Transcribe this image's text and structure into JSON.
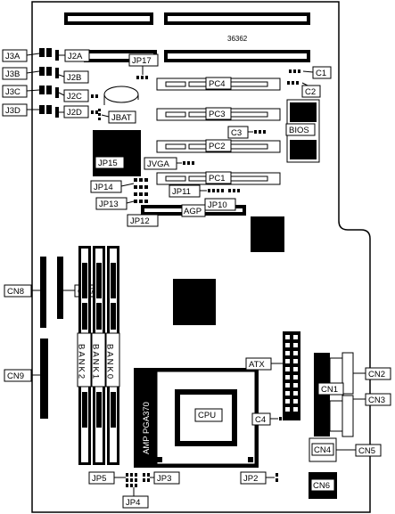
{
  "board_code": "36362",
  "labels": {
    "j3a": "J3A",
    "j3b": "J3B",
    "j3c": "J3C",
    "j3d": "J3D",
    "j2a": "J2A",
    "j2b": "J2B",
    "j2c": "J2C",
    "j2d": "J2D",
    "jp17": "JP17",
    "jbat": "JBAT",
    "c1": "C1",
    "c2": "C2",
    "c3": "C3",
    "c4": "C4",
    "pc1": "PC1",
    "pc2": "PC2",
    "pc3": "PC3",
    "pc4": "PC4",
    "bios": "BIOS",
    "jp15": "JP15",
    "jvga": "JVGA",
    "jp14": "JP14",
    "jp13": "JP13",
    "jp12": "JP12",
    "jp11": "JP11",
    "jp10": "JP10",
    "agp": "AGP",
    "cn8": "CN8",
    "cn7": "CN7",
    "cn9": "CN9",
    "bank2": "BANK2",
    "bank1": "BANK1",
    "bank0": "BANK0",
    "atx": "ATX",
    "cn1": "CN1",
    "cn2": "CN2",
    "cn3": "CN3",
    "cn4": "CN4",
    "cn5": "CN5",
    "cn6": "CN6",
    "cpu": "CPU",
    "socket": "AMP PGA370",
    "jp5": "JP5",
    "jp3": "JP3",
    "jp4": "JP4",
    "jp2": "JP2"
  }
}
